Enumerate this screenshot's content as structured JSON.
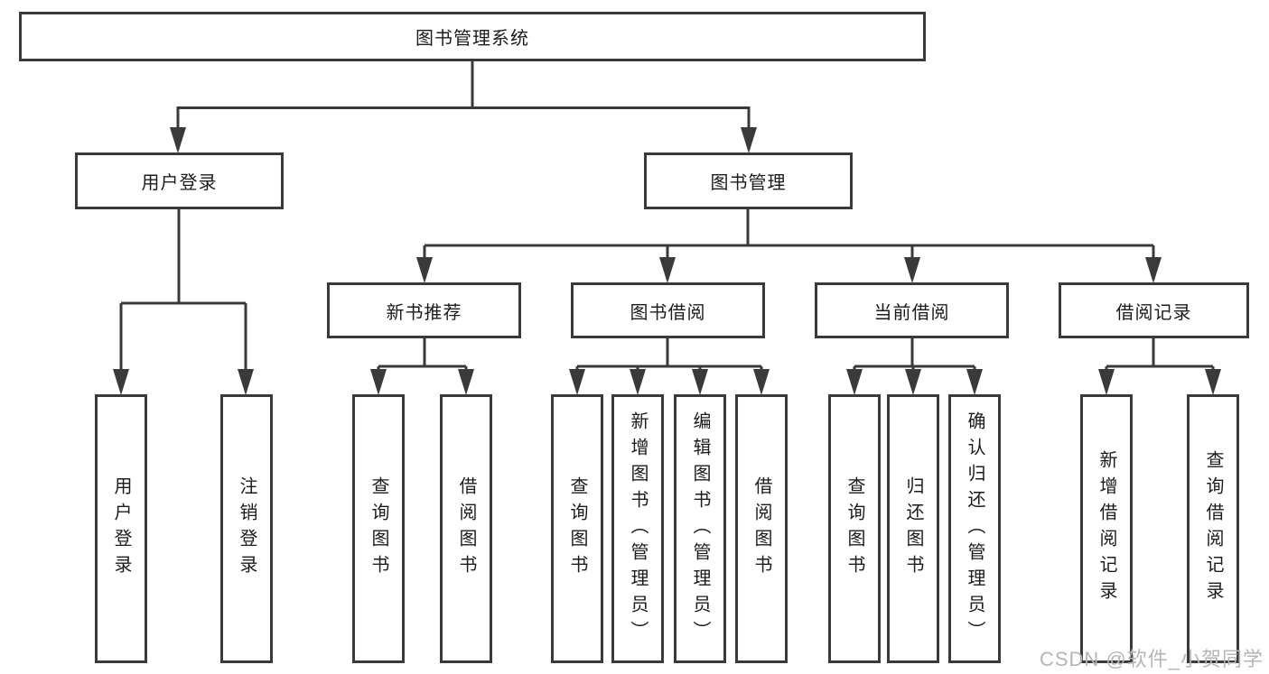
{
  "tree": {
    "root": {
      "label": "图书管理系统"
    },
    "branches": [
      {
        "label": "用户登录",
        "children": [
          {
            "label": "用户登录"
          },
          {
            "label": "注销登录"
          }
        ]
      },
      {
        "label": "图书管理",
        "children": [
          {
            "label": "新书推荐",
            "children": [
              {
                "label": "查询图书"
              },
              {
                "label": "借阅图书"
              }
            ]
          },
          {
            "label": "图书借阅",
            "children": [
              {
                "label": "查询图书"
              },
              {
                "label": "新增图书（管理员）"
              },
              {
                "label": "编辑图书（管理员）"
              },
              {
                "label": "借阅图书"
              }
            ]
          },
          {
            "label": "当前借阅",
            "children": [
              {
                "label": "查询图书"
              },
              {
                "label": "归还图书"
              },
              {
                "label": "确认归还（管理员）"
              }
            ]
          },
          {
            "label": "借阅记录",
            "children": [
              {
                "label": "新增借阅记录"
              },
              {
                "label": "查询借阅记录"
              }
            ]
          }
        ]
      }
    ]
  },
  "watermark": "CSDN @软件_小贺同学",
  "colors": {
    "box_border": "#3a3a3a",
    "connector_line": "#3a3a3a",
    "text": "#1c1c1c",
    "watermark": "#b5b5b5",
    "background": "#ffffff"
  }
}
